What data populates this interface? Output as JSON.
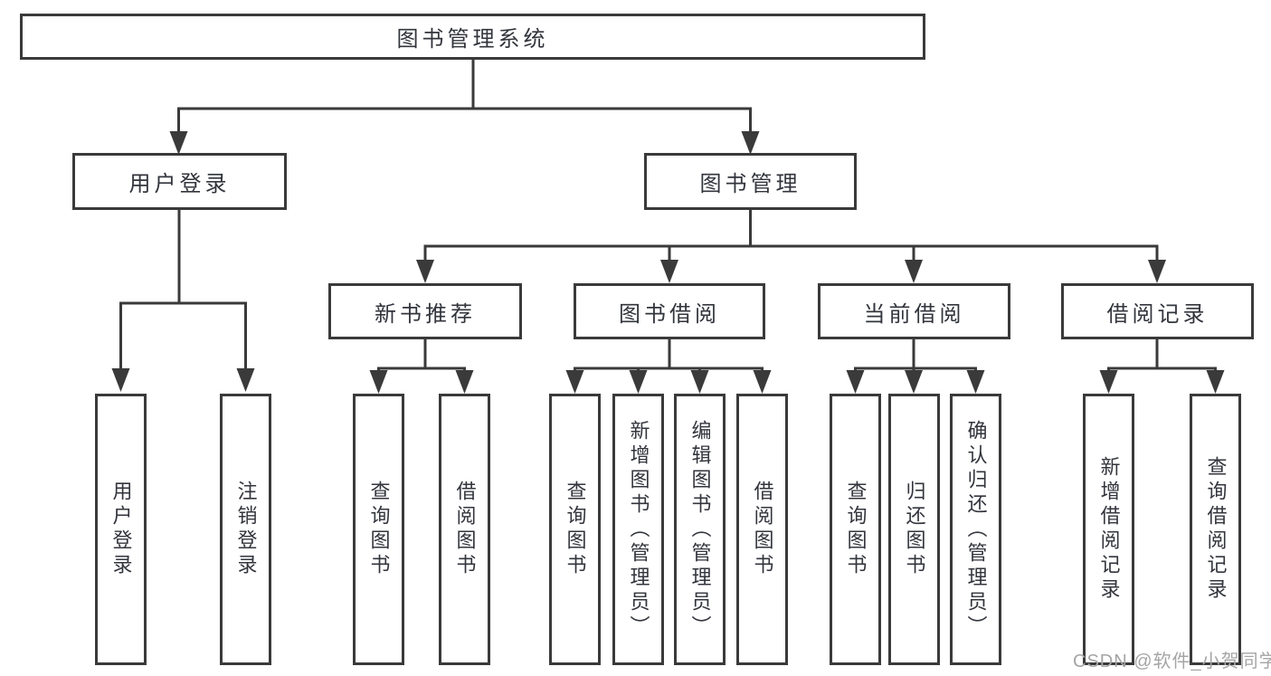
{
  "tree": {
    "root": {
      "label": "图书管理系统"
    },
    "children": [
      {
        "label": "用户登录",
        "children": [
          {
            "label": "用户登录"
          },
          {
            "label": "注销登录"
          }
        ]
      },
      {
        "label": "图书管理",
        "children": [
          {
            "label": "新书推荐",
            "children": [
              {
                "label": "查询图书"
              },
              {
                "label": "借阅图书"
              }
            ]
          },
          {
            "label": "图书借阅",
            "children": [
              {
                "label": "查询图书"
              },
              {
                "label": "新增图书（管理员）"
              },
              {
                "label": "编辑图书（管理员）"
              },
              {
                "label": "借阅图书"
              }
            ]
          },
          {
            "label": "当前借阅",
            "children": [
              {
                "label": "查询图书"
              },
              {
                "label": "归还图书"
              },
              {
                "label": "确认归还（管理员）"
              }
            ]
          },
          {
            "label": "借阅记录",
            "children": [
              {
                "label": "新增借阅记录"
              },
              {
                "label": "查询借阅记录"
              }
            ]
          }
        ]
      }
    ]
  },
  "watermark": {
    "text": "CSDN @软件_小贺同学"
  },
  "colors": {
    "line": "#3a3a3a",
    "box_border": "#3a3a3a",
    "text": "#33353d",
    "watermark": "#a5a5a5",
    "background": "#ffffff"
  }
}
